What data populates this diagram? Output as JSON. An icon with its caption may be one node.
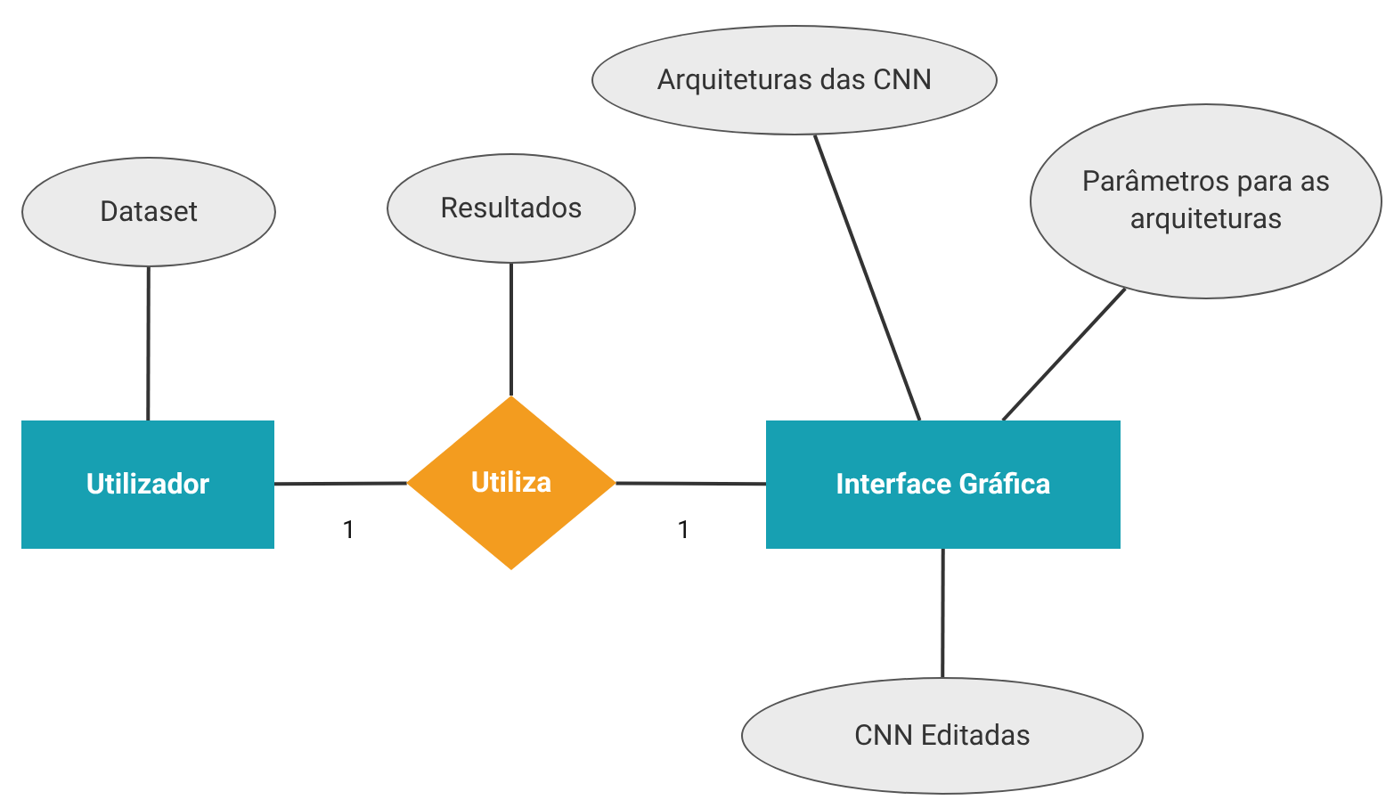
{
  "diagram": {
    "nodes": [
      {
        "text": [
          "Dataset"
        ]
      },
      {
        "text": [
          "Resultados"
        ]
      },
      {
        "text": [
          "Arquiteturas das CNN"
        ]
      },
      {
        "text": [
          "Parâmetros para as arquiteturas"
        ]
      },
      {
        "text": [
          "Utilizador"
        ]
      },
      {
        "text": [
          "Utiliza"
        ]
      },
      {
        "text": [
          "Interface Gráfica"
        ]
      },
      {
        "text": [
          "CNN Editadas"
        ]
      }
    ],
    "edges": [
      {
        "from": 0,
        "to": 4,
        "arrow": "none"
      },
      {
        "from": 1,
        "to": 5,
        "arrow": "none"
      },
      {
        "from": 4,
        "to": 5,
        "arrow": "none"
      },
      {
        "from": 5,
        "to": 6,
        "arrow": "none"
      },
      {
        "from": 2,
        "to": 6,
        "arrow": "none"
      },
      {
        "from": 3,
        "to": 6,
        "arrow": "none"
      },
      {
        "from": 6,
        "to": 7,
        "arrow": "none"
      }
    ],
    "labels": [
      "1",
      "1"
    ]
  }
}
